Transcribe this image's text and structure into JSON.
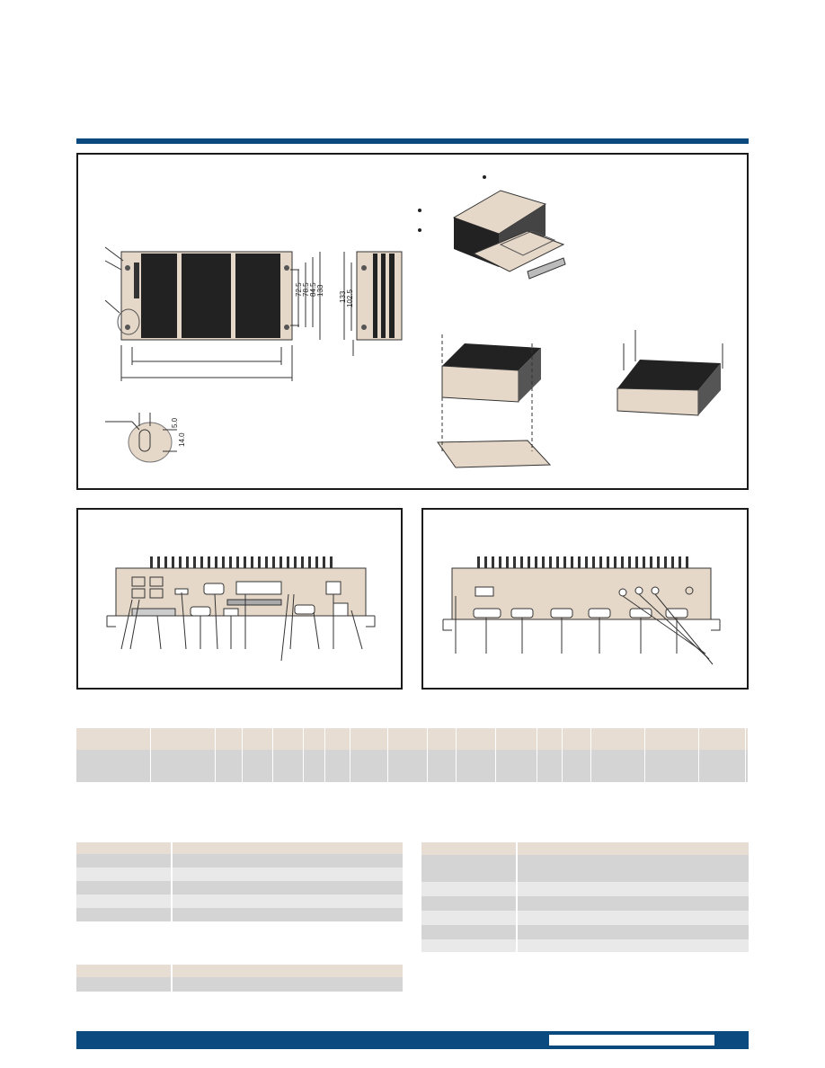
{
  "colors": {
    "brand_blue": "#0a4a7e",
    "table_header": "#e8ddd2",
    "row_dark": "#d4d4d4",
    "row_light": "#e9e9e9",
    "chassis": "#e6d8c8",
    "heatsink": "#222222"
  },
  "dimensions": {
    "front_heights": [
      "72.5",
      "78.5",
      "84.5",
      "133"
    ],
    "side_heights": [
      "133",
      "102.5"
    ],
    "slot_width": "5.0",
    "slot_length": "14.0"
  },
  "front_io_callouts": 14,
  "rear_io_callouts": 10,
  "spec_table": {
    "columns": 18
  },
  "left_table_rows": 6,
  "left_table2_rows": 2,
  "right_table_rows": 7
}
